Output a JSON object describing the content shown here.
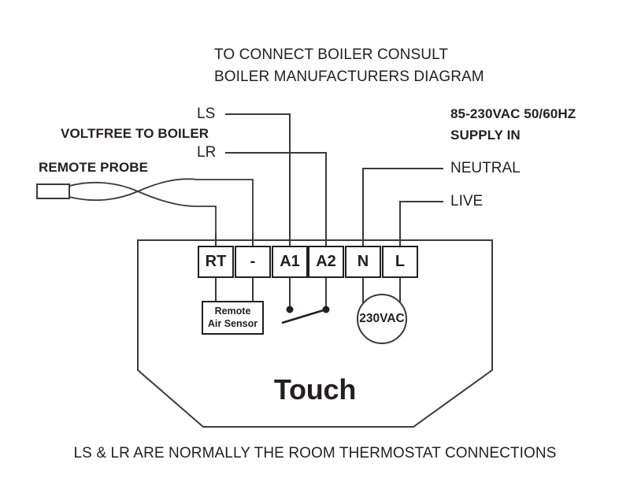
{
  "diagram": {
    "title_lines": [
      "TO CONNECT BOILER CONSULT",
      "BOILER MANUFACTURERS DIAGRAM"
    ],
    "footer_note": "LS & LR ARE NORMALLY THE ROOM THERMOSTAT CONNECTIONS",
    "device_name": "Touch",
    "line_color": "#3a3a3a",
    "text_color": "#231f20"
  },
  "labels": {
    "voltfree": "VOLTFREE TO BOILER",
    "remote_probe": "REMOTE PROBE",
    "ls": "LS",
    "lr": "LR",
    "supply_lines": [
      "85-230VAC 50/60HZ",
      "SUPPLY IN"
    ],
    "neutral": "NEUTRAL",
    "live": "LIVE"
  },
  "terminals": [
    {
      "id": "rt",
      "label": "RT"
    },
    {
      "id": "minus",
      "label": "-"
    },
    {
      "id": "a1",
      "label": "A1"
    },
    {
      "id": "a2",
      "label": "A2"
    },
    {
      "id": "n",
      "label": "N"
    },
    {
      "id": "l",
      "label": "L"
    }
  ],
  "components": {
    "remote_air_sensor": {
      "line1": "Remote",
      "line2": "Air Sensor"
    },
    "supply_source": {
      "label": "230VAC"
    },
    "boiler_switch": {
      "type": "volt-free-contact"
    }
  }
}
